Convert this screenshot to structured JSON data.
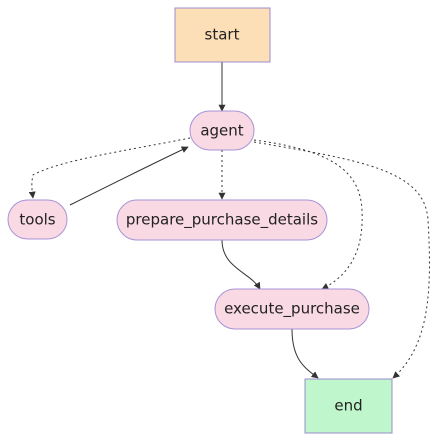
{
  "colors": {
    "start_fill": "#fddfb7",
    "start_stroke": "#9b8ccf",
    "node_fill": "#f9d9e3",
    "node_stroke": "#a893d6",
    "end_fill": "#bff6cb",
    "end_stroke": "#9b8ccf",
    "edge": "#333333"
  },
  "nodes": {
    "start": {
      "label": "start"
    },
    "agent": {
      "label": "agent"
    },
    "tools": {
      "label": "tools"
    },
    "prepare": {
      "label": "prepare_purchase_details"
    },
    "execute": {
      "label": "execute_purchase"
    },
    "end": {
      "label": "end"
    }
  },
  "edges": [
    {
      "from": "start",
      "to": "agent",
      "style": "solid"
    },
    {
      "from": "agent",
      "to": "tools",
      "style": "dotted"
    },
    {
      "from": "tools",
      "to": "agent",
      "style": "solid"
    },
    {
      "from": "agent",
      "to": "prepare_purchase_details",
      "style": "dotted"
    },
    {
      "from": "agent",
      "to": "execute_purchase",
      "style": "dotted"
    },
    {
      "from": "agent",
      "to": "end",
      "style": "dotted"
    },
    {
      "from": "prepare_purchase_details",
      "to": "execute_purchase",
      "style": "solid"
    },
    {
      "from": "execute_purchase",
      "to": "end",
      "style": "solid"
    }
  ]
}
